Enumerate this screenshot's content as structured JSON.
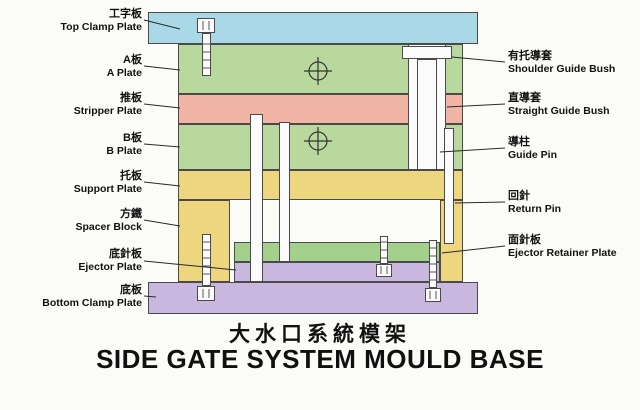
{
  "title": {
    "chinese": "大水口系統模架",
    "english": "SIDE GATE SYSTEM MOULD BASE"
  },
  "left_labels": [
    {
      "cn": "工字板",
      "en": "Top Clamp Plate"
    },
    {
      "cn": "A板",
      "en": "A Plate"
    },
    {
      "cn": "推板",
      "en": "Stripper Plate"
    },
    {
      "cn": "B板",
      "en": "B Plate"
    },
    {
      "cn": "托板",
      "en": "Support Plate"
    },
    {
      "cn": "方鐵",
      "en": "Spacer Block"
    },
    {
      "cn": "底針板",
      "en": "Ejector Plate"
    },
    {
      "cn": "底板",
      "en": "Bottom Clamp Plate"
    }
  ],
  "right_labels": [
    {
      "cn": "有托導套",
      "en": "Shoulder Guide Bush"
    },
    {
      "cn": "直導套",
      "en": "Straight Guide Bush"
    },
    {
      "cn": "導柱",
      "en": "Guide Pin"
    },
    {
      "cn": "回針",
      "en": "Return Pin"
    },
    {
      "cn": "面針板",
      "en": "Ejector Retainer Plate"
    }
  ],
  "colors": {
    "top_clamp_plate": "#a9d9e6",
    "a_plate": "#b8d89e",
    "stripper_plate": "#f0b5a5",
    "b_plate": "#b8d89e",
    "support_plate": "#eed67f",
    "spacer_block": "#eed67f",
    "ejector_retainer_plate": "#a3d08b",
    "ejector_plate": "#c9b7e0",
    "bottom_clamp_plate": "#c9b7e0",
    "pin_fill": "#fbfbfb",
    "outline": "#4a4a4a",
    "leader_line": "#2a2a2a",
    "background": "#fbfbf8",
    "text": "#111111"
  }
}
